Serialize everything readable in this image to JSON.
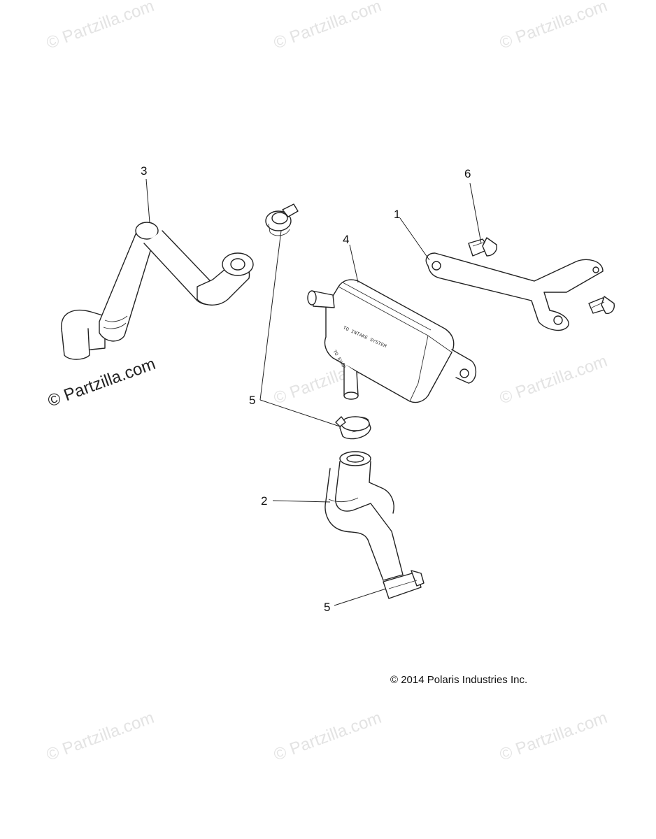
{
  "watermark_text": "© Partzilla.com",
  "callouts": [
    {
      "id": "1",
      "text": "1"
    },
    {
      "id": "2",
      "text": "2"
    },
    {
      "id": "3",
      "text": "3"
    },
    {
      "id": "4",
      "text": "4"
    },
    {
      "id": "5a",
      "text": "5"
    },
    {
      "id": "5b",
      "text": "5"
    },
    {
      "id": "6",
      "text": "6"
    }
  ],
  "canister_labels": {
    "line1": "TO INTAKE SYSTEM",
    "line2": "TO EVAP"
  },
  "copyright": "© 2014 Polaris Industries Inc."
}
